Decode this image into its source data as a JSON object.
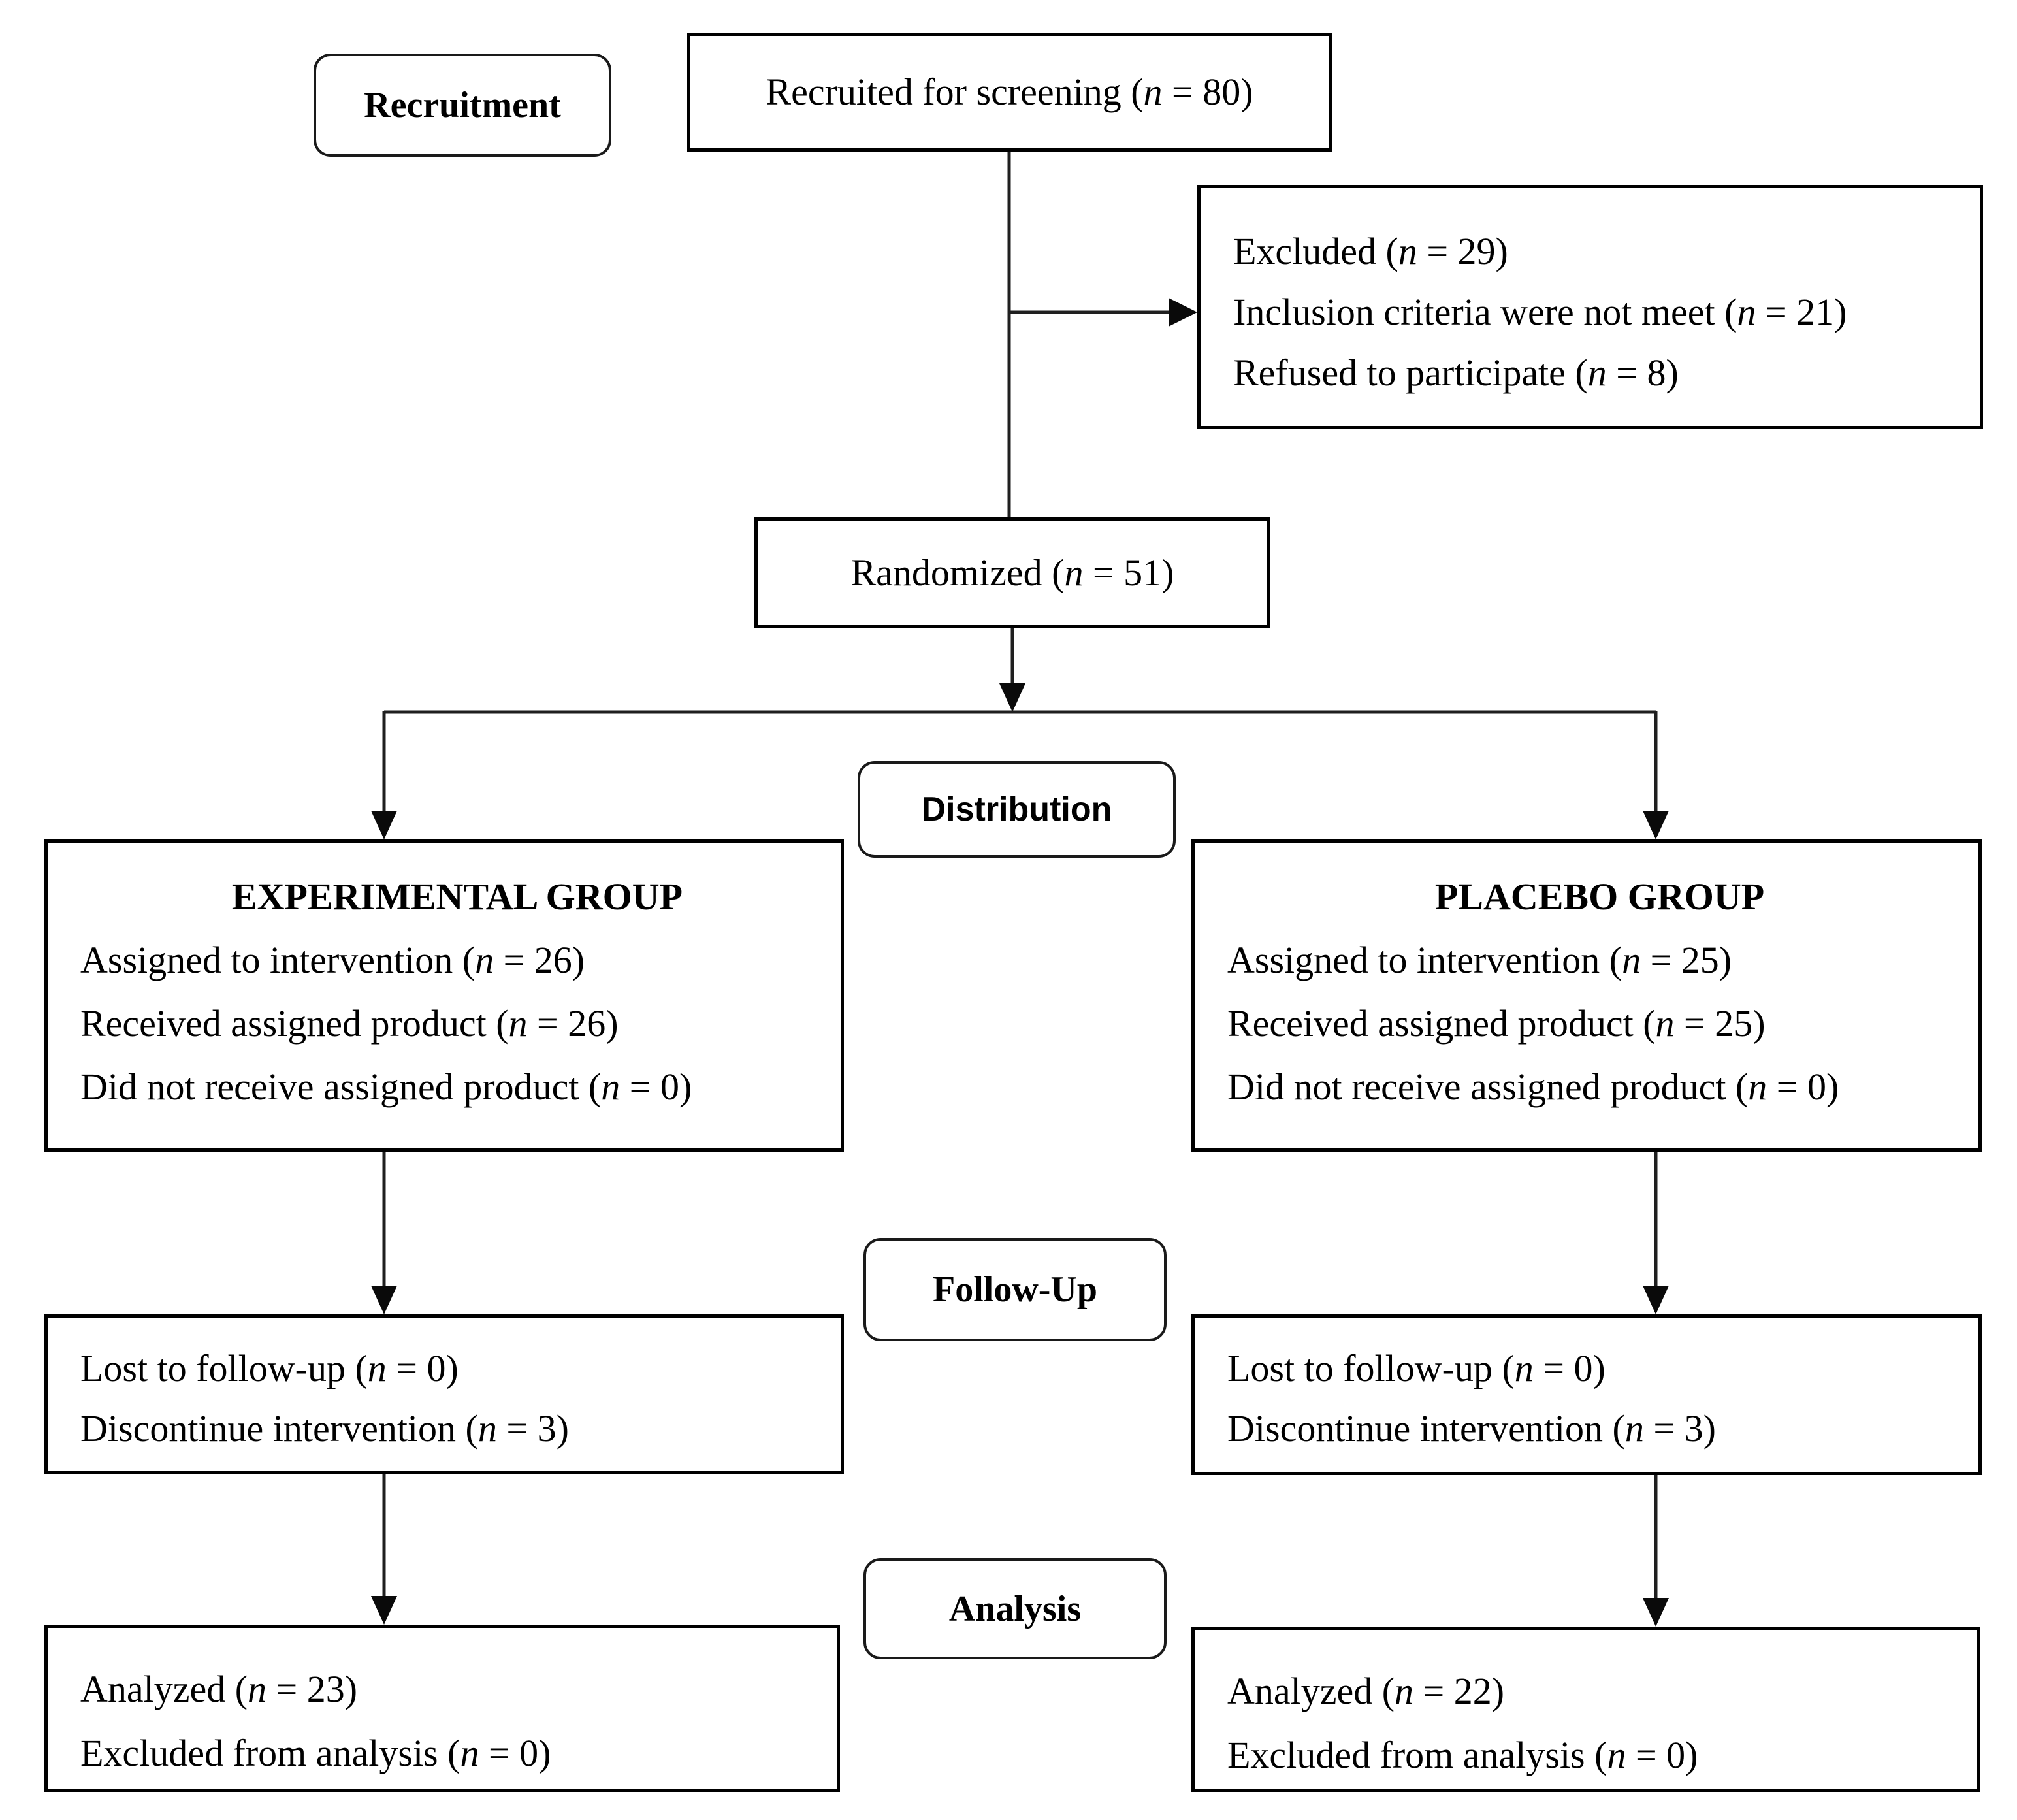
{
  "palette": {
    "ink": "#000000",
    "paper": "#ffffff"
  },
  "stage_labels": {
    "recruitment": "Recruitment",
    "distribution": "Distribution",
    "follow_up": "Follow-Up",
    "analysis": "Analysis"
  },
  "boxes": {
    "recruited": {
      "pre": "Recruited for screening (",
      "var": "n",
      "post": " = 80)"
    },
    "excluded": {
      "lines": [
        {
          "pre": "Excluded (",
          "var": "n",
          "post": " = 29)"
        },
        {
          "pre": "Inclusion criteria were not meet (",
          "var": "n",
          "post": " = 21)"
        },
        {
          "pre": "Refused to participate (",
          "var": "n",
          "post": " = 8)"
        }
      ]
    },
    "randomized": {
      "pre": "Randomized (",
      "var": "n",
      "post": " = 51)"
    },
    "experimental": {
      "title": "EXPERIMENTAL GROUP",
      "lines": [
        {
          "pre": "Assigned to intervention (",
          "var": "n",
          "post": " = 26)"
        },
        {
          "pre": "Received assigned product (",
          "var": "n",
          "post": " = 26)"
        },
        {
          "pre": "Did not receive assigned product (",
          "var": "n",
          "post": " = 0)"
        }
      ]
    },
    "placebo": {
      "title": "PLACEBO GROUP",
      "lines": [
        {
          "pre": "Assigned to intervention (",
          "var": "n",
          "post": " = 25)"
        },
        {
          "pre": "Received assigned product (",
          "var": "n",
          "post": " = 25)"
        },
        {
          "pre": "Did not receive assigned product (",
          "var": "n",
          "post": " = 0)"
        }
      ]
    },
    "followup_experimental": {
      "lines": [
        {
          "pre": "Lost to follow-up (",
          "var": "n",
          "post": " = 0)"
        },
        {
          "pre": "Discontinue intervention (",
          "var": "n",
          "post": " = 3)"
        }
      ]
    },
    "followup_placebo": {
      "lines": [
        {
          "pre": "Lost to follow-up (",
          "var": "n",
          "post": " = 0)"
        },
        {
          "pre": "Discontinue intervention (",
          "var": "n",
          "post": " = 3)"
        }
      ]
    },
    "analysis_experimental": {
      "lines": [
        {
          "pre": "Analyzed (",
          "var": "n",
          "post": " = 23)"
        },
        {
          "pre": "Excluded from analysis (",
          "var": "n",
          "post": " = 0)"
        }
      ]
    },
    "analysis_placebo": {
      "lines": [
        {
          "pre": "Analyzed (",
          "var": "n",
          "post": " = 22)"
        },
        {
          "pre": "Excluded from analysis (",
          "var": "n",
          "post": " = 0)"
        }
      ]
    }
  }
}
